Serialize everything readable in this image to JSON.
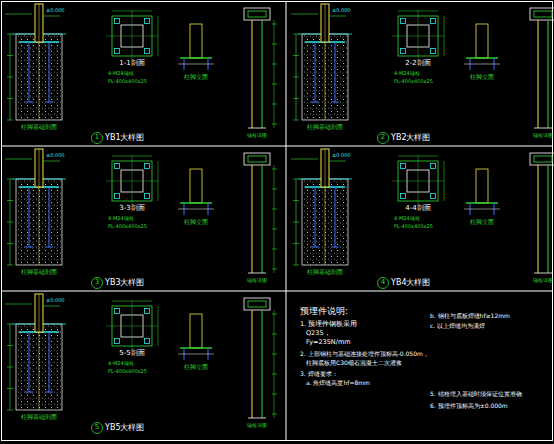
{
  "diagram": {
    "labels": [
      "柱脚基础剖面",
      "1-1剖面",
      "4-M24锚栓",
      "PL-400x400x25",
      "柱脚立面",
      "锚栓详图",
      "1",
      "YB1大样图",
      "±0.000",
      "柱脚基础剖面",
      "2-2剖面",
      "4-M24锚栓",
      "PL-400x400x25",
      "柱脚立面",
      "锚栓详图",
      "2",
      "YB2大样图",
      "±0.000",
      "柱脚基础剖面",
      "3-3剖面",
      "4-M24锚栓",
      "PL-400x400x25",
      "柱脚立面",
      "锚栓详图",
      "3",
      "YB3大样图",
      "±0.000",
      "柱脚基础剖面",
      "4-4剖面",
      "4-M24锚栓",
      "PL-400x400x25",
      "柱脚立面",
      "锚栓详图",
      "4",
      "YB4大样图",
      "±0.000",
      "柱脚基础剖面",
      "5-5剖面",
      "4-M24锚栓",
      "PL-400x400x25",
      "柱脚立面",
      "锚栓详图",
      "5",
      "YB5大样图",
      "±0.000",
      "预埋件说明:",
      "1. 预埋件钢板采用",
      "Q235，",
      "Fy=235N/mm",
      "2. 上部钢柱与基础连接处埋件顶标高-0.050m，",
      "柱脚底板用C30细石混凝土二次灌浆",
      "3. 焊缝要求：",
      "a. 角焊缝高度hf=8mm",
      "b. 钢柱与底板焊缝hf≥12mm",
      "c. 以上焊缝均为满焊",
      "5. 锚栓埋入基础时须保证位置准确",
      "6. 预埋件顶标高为±0.000m"
    ]
  }
}
